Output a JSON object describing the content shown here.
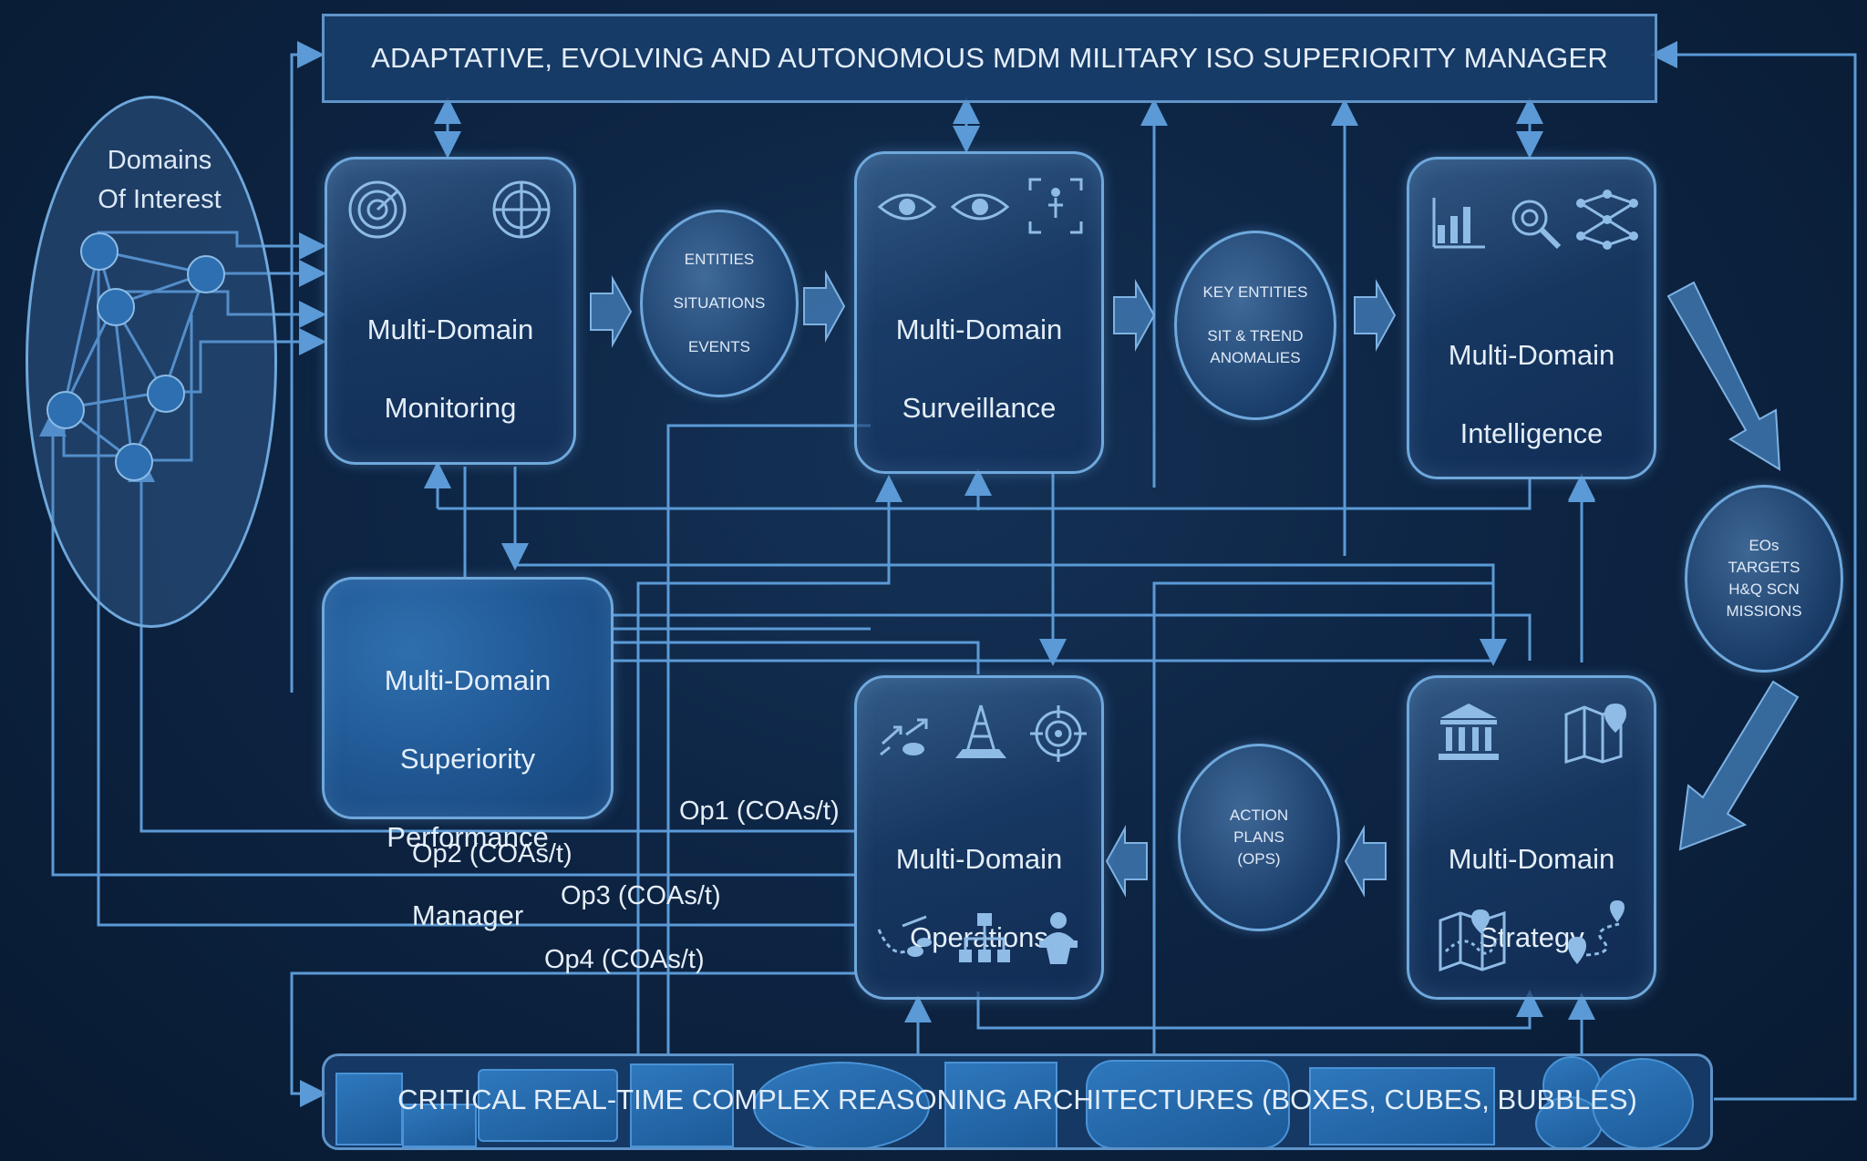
{
  "header": {
    "title": "ADAPTATIVE, EVOLVING AND AUTONOMOUS MDM MILITARY ISO SUPERIORITY MANAGER"
  },
  "domains": {
    "title_line1": "Domains",
    "title_line2": "Of Interest"
  },
  "modules": {
    "monitoring": {
      "line1": "Multi-Domain",
      "line2": "Monitoring"
    },
    "surveillance": {
      "line1": "Multi-Domain",
      "line2": "Surveillance"
    },
    "intelligence": {
      "line1": "Multi-Domain",
      "line2": "Intelligence"
    },
    "operations": {
      "line1": "Multi-Domain",
      "line2": "Operations"
    },
    "strategy": {
      "line1": "Multi-Domain",
      "line2": "Strategy"
    },
    "performance": {
      "line1": "Multi-Domain",
      "line2": "Superiority",
      "line3": "Performance",
      "line4": "Manager"
    }
  },
  "bubbles": {
    "monitoring_out": [
      "ENTITIES",
      "SITUATIONS",
      "EVENTS"
    ],
    "surveillance_out": [
      "KEY ENTITIES",
      "SIT & TREND",
      "ANOMALIES"
    ],
    "intelligence_out": [
      "EOs",
      "TARGETS",
      "H&Q SCN",
      "MISSIONS"
    ],
    "strategy_out": [
      "ACTION",
      "PLANS",
      "(OPS)"
    ]
  },
  "operations_outputs": {
    "op1": "Op1 (COAs/t)",
    "op2": "Op2 (COAs/t)",
    "op3": "Op3 (COAs/t)",
    "op4": "Op4 (COAs/t)"
  },
  "footer": {
    "title": "CRITICAL REAL-TIME COMPLEX REASONING ARCHITECTURES (BOXES, CUBES, BUBBLES)"
  },
  "colors": {
    "background": "#0b1e36",
    "line": "#5b9ad6",
    "box_border": "#6fa8dc",
    "text": "#e4eef9"
  },
  "icons": {
    "monitoring": [
      "radar-icon",
      "radar-icon"
    ],
    "surveillance": [
      "eye-icon",
      "eye-icon",
      "scan-person-icon"
    ],
    "intelligence": [
      "bar-chart-icon",
      "magnifier-icon",
      "neural-network-icon"
    ],
    "operations": [
      "arrows-map-icon",
      "antenna-tower-icon",
      "target-icon",
      "route-icon",
      "org-chart-icon",
      "commander-icon"
    ],
    "strategy": [
      "government-building-icon",
      "map-pin-icon",
      "map-route-icon",
      "route-pin-icon"
    ]
  }
}
